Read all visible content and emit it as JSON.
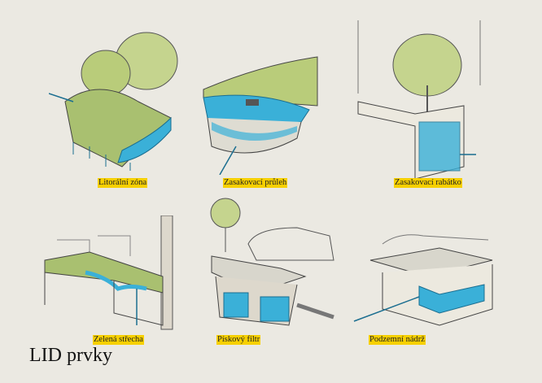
{
  "title": "LID prvky",
  "items": [
    {
      "label": "Litorální zóna",
      "icon": "littoral-zone-illustration"
    },
    {
      "label": "Zasakovací průleh",
      "icon": "infiltration-swale-illustration"
    },
    {
      "label": "Zasakovací rabátko",
      "icon": "infiltration-planter-illustration"
    },
    {
      "label": "Zelená střecha",
      "icon": "green-roof-illustration"
    },
    {
      "label": "Pískový filtr",
      "icon": "sand-filter-illustration"
    },
    {
      "label": "Podzemní nádrž",
      "icon": "underground-tank-illustration"
    }
  ],
  "colors": {
    "background": "#ebe9e2",
    "water": "#3ab0d8",
    "vegetation": "#b9cc7a",
    "highlight": "#f7d000"
  }
}
